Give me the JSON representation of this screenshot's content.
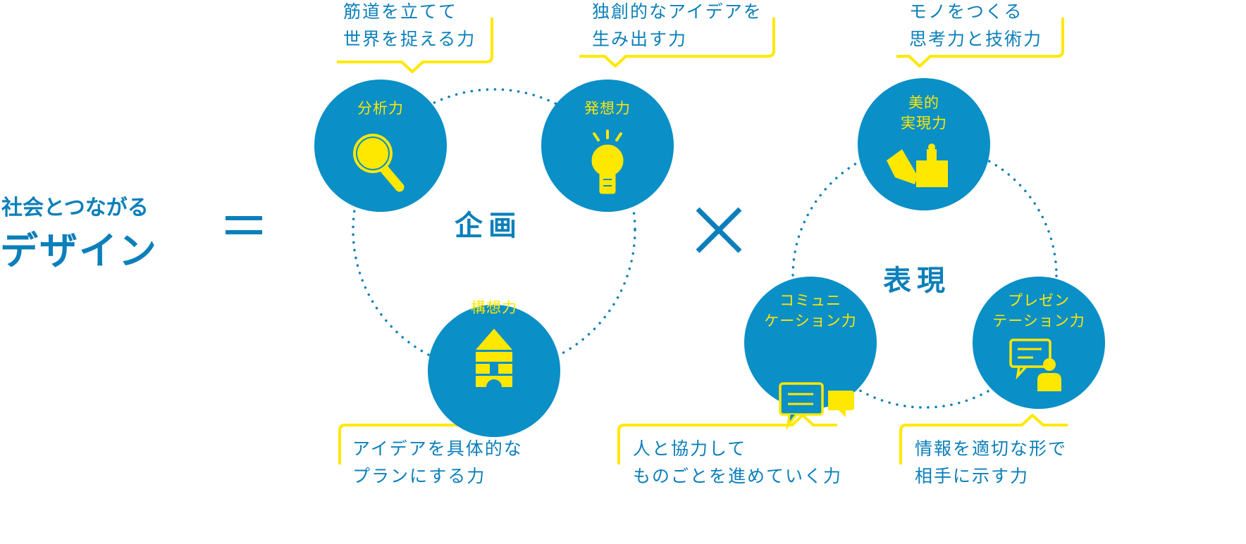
{
  "lead": {
    "line1": "社会とつながる",
    "line2": "デザイン"
  },
  "equals": "＝",
  "times": "×",
  "groups": {
    "planning": "企画",
    "expression": "表現"
  },
  "skills": [
    {
      "label1": "分析力",
      "label2": "",
      "icon": "magnifier-icon",
      "desc1": "筋道を立てて",
      "desc2": "世界を捉える力"
    },
    {
      "label1": "発想力",
      "label2": "",
      "icon": "lightbulb-icon",
      "desc1": "独創的なアイデアを",
      "desc2": "生み出す力"
    },
    {
      "label1": "構想力",
      "label2": "",
      "icon": "building-blocks-icon",
      "desc1": "アイデアを具体的な",
      "desc2": "プランにする力"
    },
    {
      "label1": "美的",
      "label2": "実現力",
      "icon": "paintbrush-icon",
      "desc1": "モノをつくる",
      "desc2": "思考力と技術力"
    },
    {
      "label1": "コミュニ",
      "label2": "ケーション力",
      "icon": "speech-bubbles-icon",
      "desc1": "人と協力して",
      "desc2": "ものごとを進めていく力"
    },
    {
      "label1": "プレゼン",
      "label2": "テーション力",
      "icon": "presenter-icon",
      "desc1": "情報を適切な形で",
      "desc2": "相手に示す力"
    }
  ],
  "colors": {
    "blue": "#0a8fc7",
    "text_blue": "#0b7fba",
    "yellow": "#ffe800"
  }
}
